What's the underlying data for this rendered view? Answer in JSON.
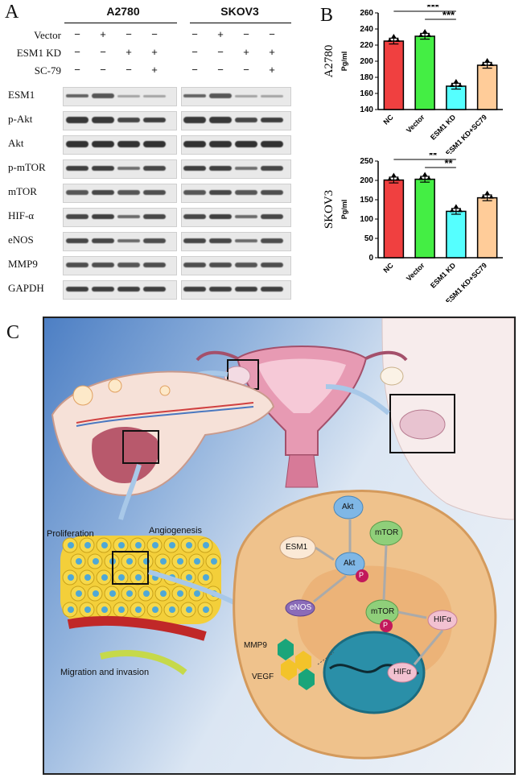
{
  "panels": {
    "A": "A",
    "B": "B",
    "C": "C"
  },
  "panelA": {
    "cell_lines": [
      "A2780",
      "SKOV3"
    ],
    "conditions": [
      {
        "label": "Vector",
        "signs": [
          "−",
          "+",
          "−",
          "−"
        ]
      },
      {
        "label": "ESM1 KD",
        "signs": [
          "−",
          "−",
          "+",
          "+"
        ]
      },
      {
        "label": "SC-79",
        "signs": [
          "−",
          "−",
          "−",
          "+"
        ]
      }
    ],
    "blots": [
      {
        "label": "ESM1",
        "intensity": [
          0.6,
          0.7,
          0.15,
          0.15
        ]
      },
      {
        "label": "p-Akt",
        "intensity": [
          0.9,
          0.9,
          0.8,
          0.85
        ]
      },
      {
        "label": "Akt",
        "intensity": [
          0.95,
          0.95,
          0.95,
          0.95
        ]
      },
      {
        "label": "p-mTOR",
        "intensity": [
          0.85,
          0.85,
          0.5,
          0.8
        ]
      },
      {
        "label": "mTOR",
        "intensity": [
          0.7,
          0.8,
          0.7,
          0.75
        ]
      },
      {
        "label": "HIF-α",
        "intensity": [
          0.8,
          0.85,
          0.55,
          0.8
        ]
      },
      {
        "label": "eNOS",
        "intensity": [
          0.8,
          0.8,
          0.55,
          0.75
        ]
      },
      {
        "label": "MMP9",
        "intensity": [
          0.75,
          0.75,
          0.7,
          0.75
        ]
      },
      {
        "label": "GAPDH",
        "intensity": [
          0.85,
          0.85,
          0.85,
          0.85
        ]
      }
    ]
  },
  "chart_data": [
    {
      "type": "bar",
      "ylabel_left": "A2780",
      "ylabel_unit": "Pg/ml",
      "categories": [
        "NC",
        "Vector",
        "ESM1 KD",
        "ESM1 KD+SC79"
      ],
      "values": [
        225,
        231,
        169,
        195
      ],
      "ylim": [
        140,
        260
      ],
      "yticks": [
        140,
        160,
        180,
        200,
        220,
        240,
        260
      ],
      "colors": [
        "#f04040",
        "#44ee44",
        "#55ffff",
        "#ffcc99"
      ],
      "significance": [
        {
          "from": "NC",
          "to": "ESM1 KD",
          "label": "***"
        },
        {
          "from": "Vector",
          "to": "ESM1 KD",
          "label": "***"
        }
      ]
    },
    {
      "type": "bar",
      "ylabel_left": "SKOV3",
      "ylabel_unit": "Pg/ml",
      "categories": [
        "NC",
        "Vector",
        "ESM1 KD",
        "ESM1 KD+SC79"
      ],
      "values": [
        201,
        203,
        120,
        155
      ],
      "ylim": [
        0,
        250
      ],
      "yticks": [
        0,
        50,
        100,
        150,
        200,
        250
      ],
      "colors": [
        "#f04040",
        "#44ee44",
        "#55ffff",
        "#ffcc99"
      ],
      "significance": [
        {
          "from": "NC",
          "to": "ESM1 KD",
          "label": "**"
        },
        {
          "from": "Vector",
          "to": "ESM1 KD",
          "label": "**"
        }
      ]
    }
  ],
  "panelC": {
    "labels": {
      "proliferation": "Proliferation",
      "angiogenesis": "Angiogenesis",
      "migration": "Migration and invasion",
      "akt1": "Akt",
      "mtor1": "mTOR",
      "esm1": "ESM1",
      "akt2": "Akt",
      "p": "P",
      "mtor2": "mTOR",
      "enos": "eNOS",
      "hifa1": "HIFα",
      "mmp9": "MMP9",
      "vegf": "VEGF",
      "hifa2": "HIFα"
    },
    "colors": {
      "akt": "#7fb7e6",
      "mtor": "#8fcf7a",
      "p": "#c2185b",
      "enos": "#8a6bb8",
      "hif": "#f2c1d1",
      "cell": "#efc28c",
      "nucleus": "#2a8fa8"
    }
  }
}
